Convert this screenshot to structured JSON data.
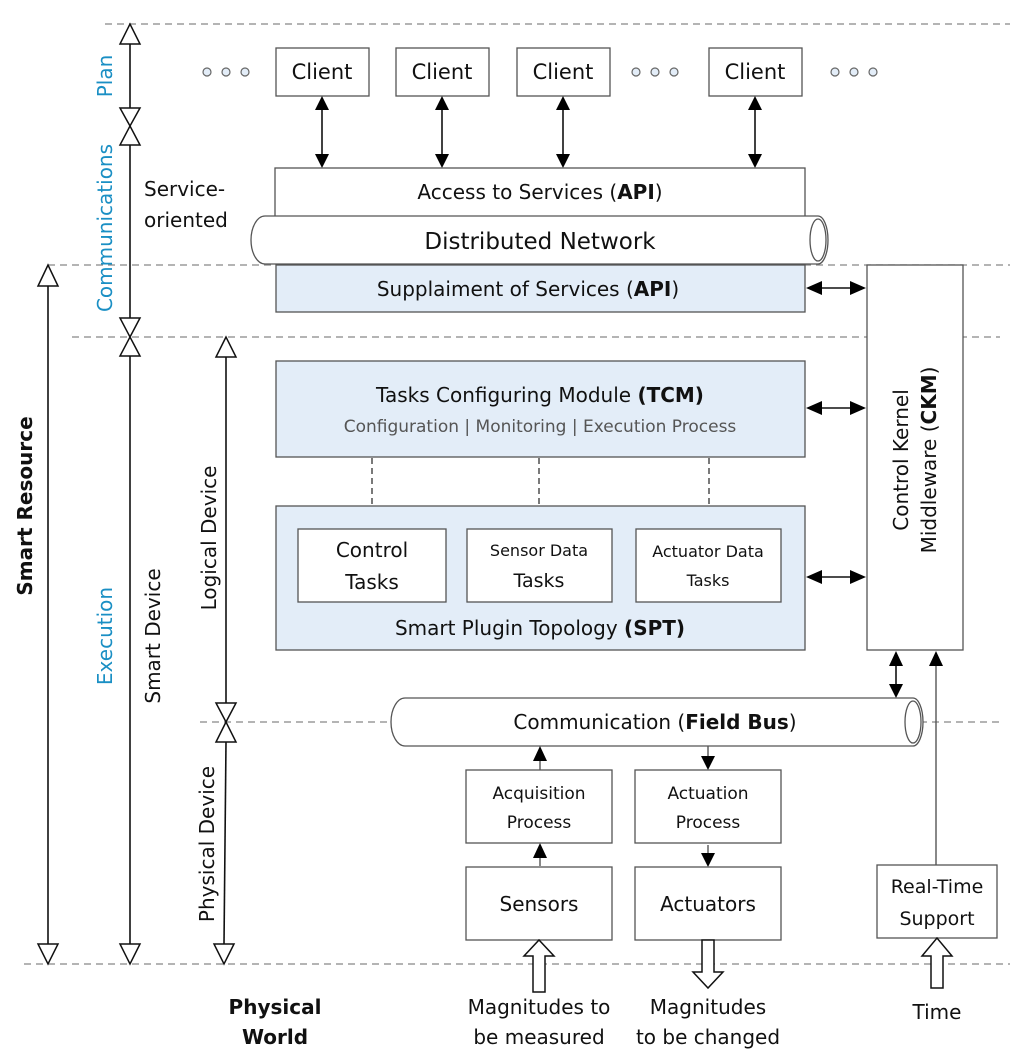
{
  "phases": {
    "plan": "Plan",
    "communications": "Communications",
    "execution": "Execution"
  },
  "scopes": {
    "smart_resource": "Smart Resource",
    "smart_device": "Smart Device",
    "logical_device": "Logical Device",
    "physical_device": "Physical Device",
    "service_oriented_line1": "Service-",
    "service_oriented_line2": "oriented"
  },
  "clients": [
    "Client",
    "Client",
    "Client",
    "Client"
  ],
  "layers": {
    "access_prefix": "Access to Services (",
    "access_bold": "API",
    "access_suffix": ")",
    "network": "Distributed Network",
    "supply_prefix": "Supplaiment of Services (",
    "supply_bold": "API",
    "supply_suffix": ")"
  },
  "tcm": {
    "title_prefix": "Tasks Configuring Module ",
    "title_bold": "(TCM)",
    "subtitle": "Configuration | Monitoring | Execution Process"
  },
  "spt": {
    "title_prefix": "Smart Plugin Topology  ",
    "title_bold": "(SPT)",
    "tasks": [
      {
        "line1": "Control",
        "line2": "Tasks"
      },
      {
        "line1": "Sensor Data",
        "line2": "Tasks"
      },
      {
        "line1": "Actuator Data",
        "line2": "Tasks"
      }
    ]
  },
  "ckm": {
    "line1": "Control Kernel",
    "line2_prefix": "Middleware (",
    "line2_bold": "CKM",
    "line2_suffix": ")"
  },
  "fieldbus": {
    "prefix": "Communication (",
    "bold": "Field Bus",
    "suffix": ")"
  },
  "physical": {
    "acquisition_line1": "Acquisition",
    "acquisition_line2": "Process",
    "actuation_line1": "Actuation",
    "actuation_line2": "Process",
    "sensors": "Sensors",
    "actuators": "Actuators",
    "rt_line1": "Real-Time",
    "rt_line2": "Support"
  },
  "world": {
    "physical_line1": "Physical",
    "physical_line2": "World",
    "measured_line1": "Magnitudes to",
    "measured_line2": "be measured",
    "changed_line1": "Magnitudes",
    "changed_line2": "to be changed",
    "time": "Time"
  }
}
